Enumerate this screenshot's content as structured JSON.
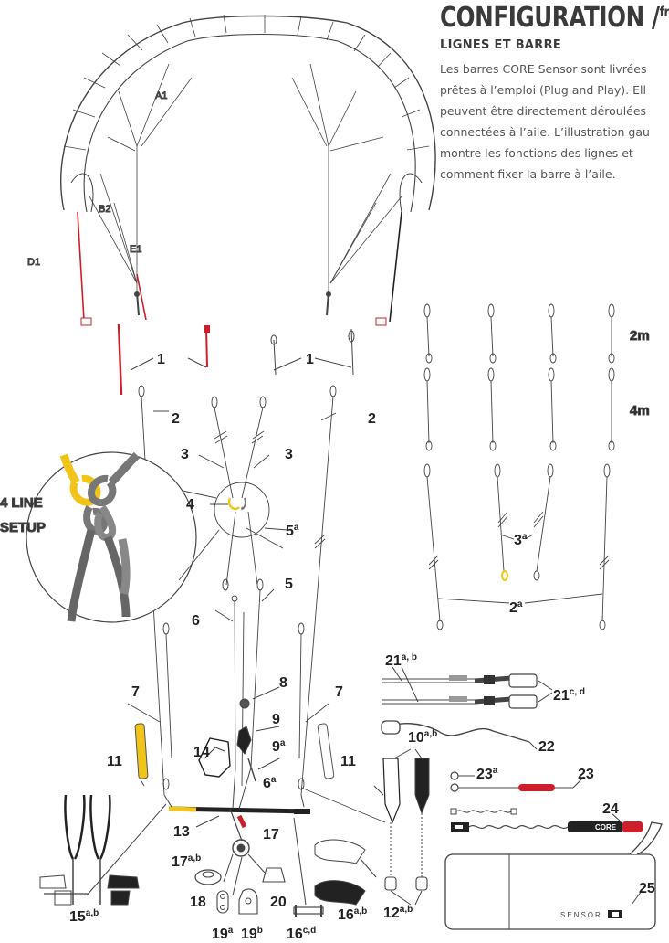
{
  "header": {
    "title": "CONFIGURATION /",
    "title_sup": "fr",
    "subtitle": "LIGNES ET BARRE",
    "intro_lines": [
      "Les barres CORE Sensor sont livrées",
      "prêtes à l’emploi (Plug and Play). Ell",
      "peuvent être directement déroulées",
      "connectées à l’aile. L’illustration gau",
      "montre les fonctions des lignes et",
      "comment fixer la barre à l’aile."
    ]
  },
  "kite": {
    "labels": {
      "a1": "A1",
      "b2": "B2",
      "d1": "D1",
      "e1": "E1"
    },
    "colors": {
      "outline": "#444444",
      "red": "#cc1f2b",
      "yellow": "#f0c419",
      "grey": "#777777"
    }
  },
  "callouts": {
    "c1a": "1",
    "c1b": "1",
    "c2a": "2",
    "c2b": "2",
    "c3a": "3",
    "c3b": "3",
    "c4": "4",
    "c5a": "5",
    "c5a_sup": "a",
    "c5": "5",
    "c6": "6",
    "c6a": "6",
    "c6a_sup": "a",
    "c7a": "7",
    "c7b": "7",
    "c8": "8",
    "c9": "9",
    "c9a": "9",
    "c9a_sup": "a",
    "c10": "10",
    "c10_sup": "a,b",
    "c11a": "11",
    "c11b": "11",
    "c12": "12",
    "c12_sup": "a,b",
    "c13": "13",
    "c14": "14",
    "c15": "15",
    "c15_sup": "a,b",
    "c16": "16",
    "c16_sup": "a,b",
    "c16cd": "16",
    "c16cd_sup": "c,d",
    "c17": "17",
    "c17ab": "17",
    "c17ab_sup": "a,b",
    "c18": "18",
    "c19a": "19",
    "c19a_sup": "a",
    "c19b": "19",
    "c19b_sup": "b",
    "c20": "20",
    "c21ab": "21",
    "c21ab_sup": "a, b",
    "c21cd": "21",
    "c21cd_sup": "c, d",
    "c22": "22",
    "c23": "23",
    "c23a": "23",
    "c23a_sup": "a",
    "c24": "24",
    "c25": "25",
    "c2a_ext": "2",
    "c2a_ext_sup": "a",
    "c3a_ext": "3",
    "c3a_ext_sup": "a"
  },
  "extensions": {
    "label_2m": "2m",
    "label_4m": "4m"
  },
  "setup_badge": {
    "line1": "4 LINE",
    "line2": "SETUP"
  },
  "brand": {
    "core": "CORE",
    "sensor": "SENSOR"
  }
}
